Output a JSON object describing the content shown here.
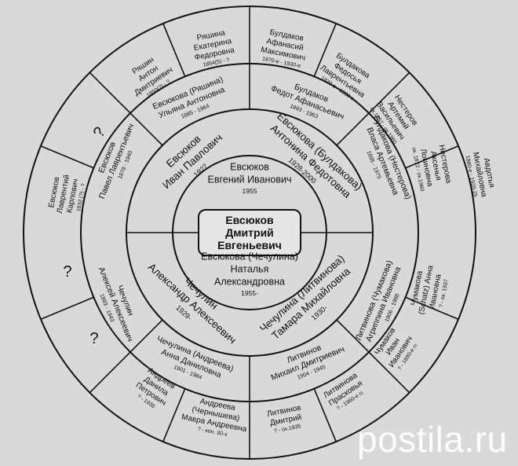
{
  "center": {
    "lines": [
      "Евсюков",
      "Дмитрий",
      "Евгеньевич"
    ]
  },
  "persons": [
    {
      "id": "father",
      "lines": [
        "Евсюков",
        "Евгений Иванович"
      ],
      "dates": "1955"
    },
    {
      "id": "mother",
      "lines": [
        "Евсюкова (Чечулина)",
        "Наталья",
        "Александровна"
      ],
      "dates": "1955-"
    },
    {
      "id": "ff",
      "lines": [
        "Евсюков",
        "Иван Павлович"
      ],
      "dates": "1927"
    },
    {
      "id": "fm",
      "lines": [
        "Евсюкова (Булдакова)",
        "Антонина Федотовна"
      ],
      "dates": "1928-2000"
    },
    {
      "id": "mf",
      "lines": [
        "Чечулин",
        "Александр Алексеевич"
      ],
      "dates": "1929-"
    },
    {
      "id": "mm",
      "lines": [
        "Чечулина (Литвинова)",
        "Тамара Михайловна"
      ],
      "dates": "1930-"
    },
    {
      "id": "fff",
      "lines": [
        "Евсюков",
        "Павел Лаврентьевич"
      ],
      "dates": "1878 - 1940"
    },
    {
      "id": "ffm",
      "lines": [
        "Евсюкова (Ряшина)",
        "Ульяна Антоновна"
      ],
      "dates": "1885 - 1964"
    },
    {
      "id": "fmf",
      "lines": [
        "Булдаков",
        "Федот Афанасьевич"
      ],
      "dates": "1893 - 1963"
    },
    {
      "id": "fmm",
      "lines": [
        "Булдакова (Нестерова)",
        "Власа Артемьевна"
      ],
      "dates": "1895 - 1975"
    },
    {
      "id": "mff",
      "lines": [
        "Чечулин",
        "Алексей Алексеевич"
      ],
      "dates": "1893 - 1943"
    },
    {
      "id": "mfm",
      "lines": [
        "Чечулина (Андреева)",
        "Анна Даниловна"
      ],
      "dates": "1901 - 1984"
    },
    {
      "id": "mmf",
      "lines": [
        "Литвинов",
        "Михаил Дмитриевич"
      ],
      "dates": "1904 - 1945"
    },
    {
      "id": "mmm",
      "lines": [
        "Литвинова (Чумакова)",
        "Агриппина Ивановна"
      ],
      "dates": "1906 - 1998"
    },
    {
      "id": "g1",
      "lines": [
        "Евсюков",
        "Лаврентий",
        "Карпович"
      ],
      "dates": "1832 (?) - ?"
    },
    {
      "id": "g3",
      "lines": [
        "Ряшин",
        "Антон",
        "Дмитриевич"
      ],
      "dates": "1850(?) - ?"
    },
    {
      "id": "g4",
      "lines": [
        "Ряшина",
        "Екатерина",
        "Федоровна"
      ],
      "dates": "1854(5) - ?"
    },
    {
      "id": "g5",
      "lines": [
        "Булдаков",
        "Афанасий",
        "Максимович"
      ],
      "dates": "1870-е - 1930-е"
    },
    {
      "id": "g6",
      "lines": [
        "Булдакова",
        "Федосья",
        "Лаврентьевна"
      ],
      "dates": "1870-е - 1930-е"
    },
    {
      "id": "g7",
      "lines": [
        "Нестеров",
        "Артемий",
        "Васильевич"
      ],
      "dates": "ок.1867 - ок.1960"
    },
    {
      "id": "g8",
      "lines": [
        "Нестерова",
        "Аксенья",
        "Логиновна"
      ],
      "dates": "ок. 1872 - ок.1960"
    },
    {
      "id": "g8b",
      "lines": [
        "Авдотья",
        "Михайловна"
      ],
      "dates": "1880-е - 1920-25"
    },
    {
      "id": "g9",
      "lines": [
        "Чумакова",
        "(Schatz) Анна",
        "Ивановна"
      ],
      "dates": "? - ок. 1937"
    },
    {
      "id": "g10",
      "lines": [
        "Чумаков",
        "Иван",
        "Иванович"
      ],
      "dates": "? - 1890-е гг."
    },
    {
      "id": "g11",
      "lines": [
        "Литвинова",
        "Прасковья"
      ],
      "dates": "? - 1960-е гг."
    },
    {
      "id": "g12",
      "lines": [
        "Литвинов",
        "Дмитрий"
      ],
      "dates": "? - ок.1935"
    },
    {
      "id": "g13",
      "lines": [
        "Андреева",
        "(Чернышева)",
        "Мавра Андреевна"
      ],
      "dates": "? - кон. 30-х"
    },
    {
      "id": "g14",
      "lines": [
        "Андреев",
        "Данила",
        "Петрович"
      ],
      "dates": "? - 1936"
    },
    {
      "id": "q1",
      "lines": [
        "?"
      ],
      "dates": ""
    },
    {
      "id": "q2",
      "lines": [
        "?"
      ],
      "dates": ""
    },
    {
      "id": "q3",
      "lines": [
        "?"
      ],
      "dates": ""
    }
  ],
  "watermark": {
    "text": "postila.ru"
  }
}
